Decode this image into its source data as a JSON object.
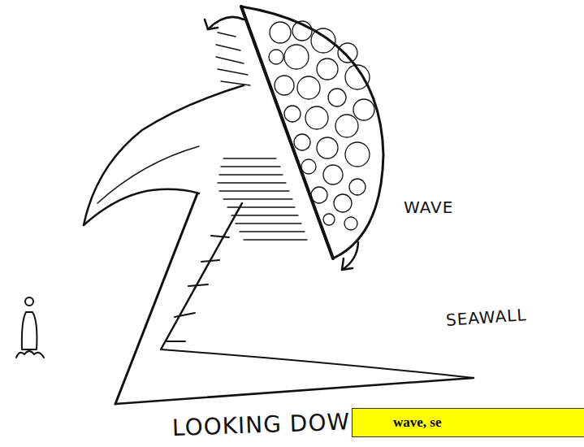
{
  "diagram": {
    "nodes": [
      {
        "text": [
          "wave, se"
        ]
      }
    ],
    "labels": [
      "WAVE",
      "SEAWALL",
      "LOOKING DOWN:"
    ]
  }
}
